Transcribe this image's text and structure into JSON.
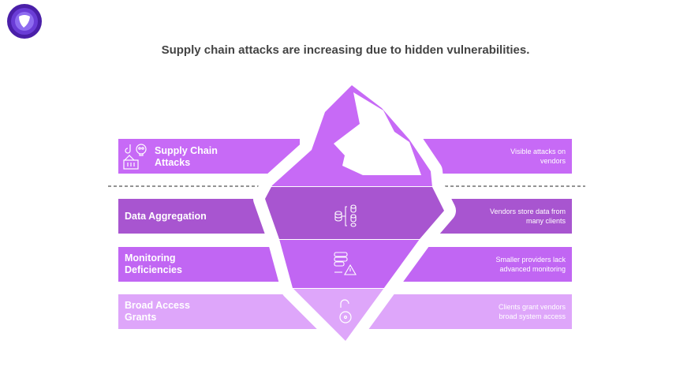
{
  "title": "Supply chain attacks are increasing due to hidden vulnerabilities.",
  "logo": {
    "icon": "shield-logo-icon"
  },
  "colors": {
    "row1": "#c76af6",
    "row2": "#a855d0",
    "row3": "#c166f3",
    "row4": "#dea6fa"
  },
  "layers": [
    {
      "label_line1": "Supply Chain",
      "label_line2": "Attacks",
      "description_line1": "Visible attacks on",
      "description_line2": "vendors",
      "icon": "hook-skull-container-icon"
    },
    {
      "label_line1": "Data Aggregation",
      "label_line2": "",
      "description_line1": "Vendors store data from",
      "description_line2": "many clients",
      "icon": "database-aggregation-icon"
    },
    {
      "label_line1": "Monitoring",
      "label_line2": "Deficiencies",
      "description_line1": "Smaller providers lack",
      "description_line2": "advanced monitoring",
      "icon": "server-warning-icon"
    },
    {
      "label_line1": "Broad Access",
      "label_line2": "Grants",
      "description_line1": "Clients grant vendors",
      "description_line2": "broad system access",
      "icon": "open-lock-icon"
    }
  ]
}
